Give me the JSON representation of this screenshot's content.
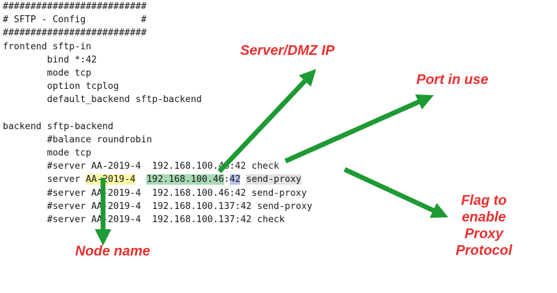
{
  "config_lines": [
    "##########################",
    "# SFTP - Config          #",
    "##########################",
    "frontend sftp-in",
    "        bind *:42",
    "        mode tcp",
    "        option tcplog",
    "        default_backend sftp-backend",
    "",
    "backend sftp-backend",
    "        #balance roundrobin",
    "        mode tcp",
    "        #server AA-2019-4  192.168.100.46:42 check"
  ],
  "active_server": {
    "keyword": "server",
    "node": "AA-2019-4",
    "ip": "192.168.100.46",
    "port": "42",
    "flag": "send-proxy"
  },
  "config_lines_after": [
    "        #server AA-2019-4  192.168.100.46:42 send-proxy",
    "        #server AA-2019-4  192.168.100.137:42 send-proxy",
    "        #server AA-2019-4  192.168.100.137:42 check"
  ],
  "annotations": {
    "server_ip": "Server/DMZ IP",
    "port": "Port in use",
    "node": "Node name",
    "flag_lines": [
      "Flag to",
      "enable",
      "Proxy",
      "Protocol"
    ]
  },
  "colors": {
    "annotation_text": "#e8312f",
    "arrow": "#1e9a34",
    "node_highlight": "#fbf7a8",
    "ip_highlight": "#a8dbb4",
    "port_highlight": "#b9c4ef",
    "flag_highlight": "#e3e3e3"
  }
}
